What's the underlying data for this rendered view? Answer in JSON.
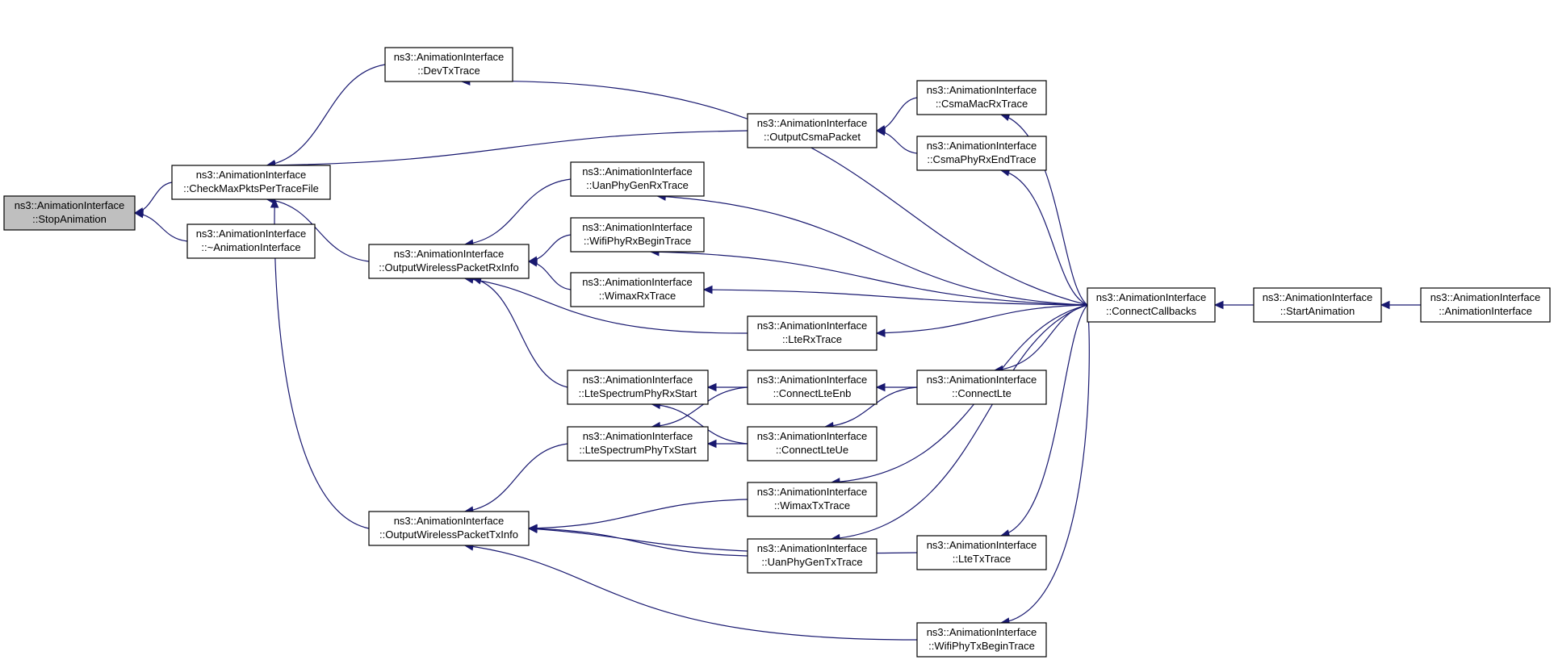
{
  "graph": {
    "colors": {
      "edge": "#191970",
      "node_border": "#000000",
      "root_fill": "#bfbfbf",
      "node_fill": "#ffffff"
    },
    "nodes": [
      {
        "id": "stop",
        "line1": "ns3::AnimationInterface",
        "line2": "::StopAnimation"
      },
      {
        "id": "check",
        "line1": "ns3::AnimationInterface",
        "line2": "::CheckMaxPktsPerTraceFile"
      },
      {
        "id": "dtor",
        "line1": "ns3::AnimationInterface",
        "line2": "::~AnimationInterface"
      },
      {
        "id": "devtx",
        "line1": "ns3::AnimationInterface",
        "line2": "::DevTxTrace"
      },
      {
        "id": "owrx",
        "line1": "ns3::AnimationInterface",
        "line2": "::OutputWirelessPacketRxInfo"
      },
      {
        "id": "owtx",
        "line1": "ns3::AnimationInterface",
        "line2": "::OutputWirelessPacketTxInfo"
      },
      {
        "id": "ocsma",
        "line1": "ns3::AnimationInterface",
        "line2": "::OutputCsmaPacket"
      },
      {
        "id": "uanrx",
        "line1": "ns3::AnimationInterface",
        "line2": "::UanPhyGenRxTrace"
      },
      {
        "id": "wifirx",
        "line1": "ns3::AnimationInterface",
        "line2": "::WifiPhyRxBeginTrace"
      },
      {
        "id": "wimaxrx",
        "line1": "ns3::AnimationInterface",
        "line2": "::WimaxRxTrace"
      },
      {
        "id": "lterx",
        "line1": "ns3::AnimationInterface",
        "line2": "::LteRxTrace"
      },
      {
        "id": "ltesrx",
        "line1": "ns3::AnimationInterface",
        "line2": "::LteSpectrumPhyRxStart"
      },
      {
        "id": "ltestx",
        "line1": "ns3::AnimationInterface",
        "line2": "::LteSpectrumPhyTxStart"
      },
      {
        "id": "csmamac",
        "line1": "ns3::AnimationInterface",
        "line2": "::CsmaMacRxTrace"
      },
      {
        "id": "csmaphy",
        "line1": "ns3::AnimationInterface",
        "line2": "::CsmaPhyRxEndTrace"
      },
      {
        "id": "connenb",
        "line1": "ns3::AnimationInterface",
        "line2": "::ConnectLteEnb"
      },
      {
        "id": "connue",
        "line1": "ns3::AnimationInterface",
        "line2": "::ConnectLteUe"
      },
      {
        "id": "connlte",
        "line1": "ns3::AnimationInterface",
        "line2": "::ConnectLte"
      },
      {
        "id": "wimaxtx",
        "line1": "ns3::AnimationInterface",
        "line2": "::WimaxTxTrace"
      },
      {
        "id": "uantx",
        "line1": "ns3::AnimationInterface",
        "line2": "::UanPhyGenTxTrace"
      },
      {
        "id": "ltetx",
        "line1": "ns3::AnimationInterface",
        "line2": "::LteTxTrace"
      },
      {
        "id": "wifitx",
        "line1": "ns3::AnimationInterface",
        "line2": "::WifiPhyTxBeginTrace"
      },
      {
        "id": "conncb",
        "line1": "ns3::AnimationInterface",
        "line2": "::ConnectCallbacks"
      },
      {
        "id": "start",
        "line1": "ns3::AnimationInterface",
        "line2": "::StartAnimation"
      },
      {
        "id": "ctor",
        "line1": "ns3::AnimationInterface",
        "line2": "::AnimationInterface"
      }
    ],
    "edges": [
      [
        "check",
        "stop"
      ],
      [
        "dtor",
        "stop"
      ],
      [
        "devtx",
        "check"
      ],
      [
        "ocsma",
        "check"
      ],
      [
        "owrx",
        "check"
      ],
      [
        "owtx",
        "check"
      ],
      [
        "uanrx",
        "owrx"
      ],
      [
        "wifirx",
        "owrx"
      ],
      [
        "wimaxrx",
        "owrx"
      ],
      [
        "lterx",
        "owrx"
      ],
      [
        "ltesrx",
        "owrx"
      ],
      [
        "ltestx",
        "owtx"
      ],
      [
        "wimaxtx",
        "owtx"
      ],
      [
        "uantx",
        "owtx"
      ],
      [
        "ltetx",
        "owtx"
      ],
      [
        "wifitx",
        "owtx"
      ],
      [
        "csmamac",
        "ocsma"
      ],
      [
        "csmaphy",
        "ocsma"
      ],
      [
        "connenb",
        "ltesrx"
      ],
      [
        "connue",
        "ltesrx"
      ],
      [
        "connenb",
        "ltestx"
      ],
      [
        "connue",
        "ltestx"
      ],
      [
        "connlte",
        "connenb"
      ],
      [
        "connlte",
        "connue"
      ],
      [
        "conncb",
        "devtx"
      ],
      [
        "conncb",
        "csmamac"
      ],
      [
        "conncb",
        "csmaphy"
      ],
      [
        "conncb",
        "uanrx"
      ],
      [
        "conncb",
        "wifirx"
      ],
      [
        "conncb",
        "wimaxrx"
      ],
      [
        "conncb",
        "lterx"
      ],
      [
        "conncb",
        "connlte"
      ],
      [
        "conncb",
        "wimaxtx"
      ],
      [
        "conncb",
        "uantx"
      ],
      [
        "conncb",
        "ltetx"
      ],
      [
        "conncb",
        "wifitx"
      ],
      [
        "start",
        "conncb"
      ],
      [
        "ctor",
        "start"
      ]
    ]
  }
}
